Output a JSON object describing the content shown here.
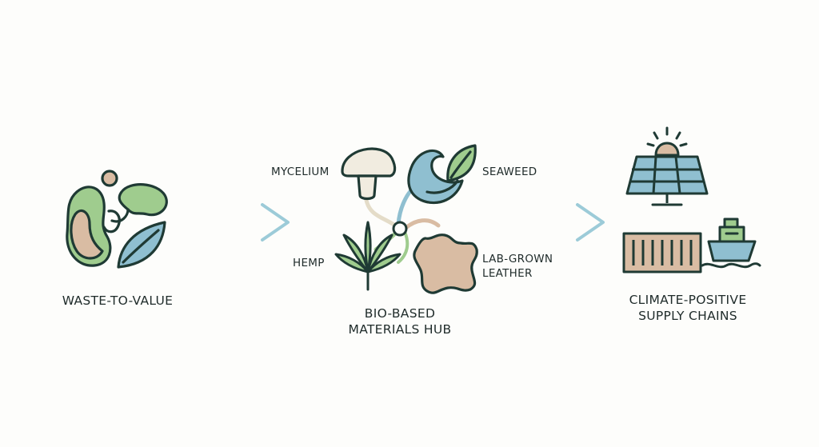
{
  "stages": {
    "waste": {
      "label": "WASTE-TO-VALUE"
    },
    "hub": {
      "label_line1": "BIO-BASED",
      "label_line2": "MATERIALS HUB",
      "materials": {
        "mycelium": "MYCELIUM",
        "seaweed": "SEAWEED",
        "hemp": "HEMP",
        "leather_line1": "LAB-GROWN",
        "leather_line2": "LEATHER"
      }
    },
    "supply": {
      "label_line1": "CLIMATE-POSITIVE",
      "label_line2": "SUPPLY CHAINS"
    }
  },
  "colors": {
    "outline": "#1f3a34",
    "green": "#8cc48c",
    "blue": "#8fbfd0",
    "tan": "#d9bca3",
    "cream": "#f1ece0",
    "arrow_green": "#9fd29a",
    "arrow_blue": "#9ac8d6"
  },
  "icons": [
    "organic-blob-icon",
    "mushroom-icon",
    "wave-icon",
    "leaf-icon",
    "hemp-leaf-icon",
    "leather-hide-icon",
    "solar-panel-icon",
    "sun-icon",
    "shipping-container-icon",
    "cargo-ship-icon"
  ]
}
